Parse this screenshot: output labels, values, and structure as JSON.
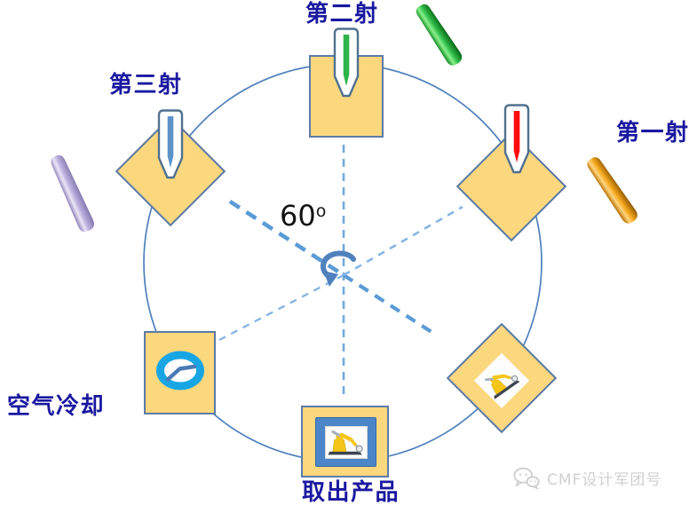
{
  "diagram": {
    "type": "rotary-table-multishot-molding",
    "rotation_angle": {
      "value": "60",
      "superscript": "o"
    }
  },
  "stations": [
    {
      "id": "second-shot",
      "label": "第二射",
      "position": "top",
      "shape": "square",
      "icon": "injector-icon",
      "injector_color": "#2db34a"
    },
    {
      "id": "third-shot",
      "label": "第三射",
      "position": "upper-left",
      "shape": "diamond",
      "icon": "injector-icon",
      "injector_color": "#5b93c9"
    },
    {
      "id": "first-shot",
      "label": "第一射",
      "position": "upper-right",
      "shape": "diamond",
      "icon": "injector-icon",
      "injector_color": "#fb0b0b"
    },
    {
      "id": "air-cooling",
      "label": "空气冷却",
      "position": "lower-left",
      "shape": "square",
      "icon": "clock-icon"
    },
    {
      "id": "eject",
      "label": "取出产品",
      "position": "bottom",
      "shape": "square",
      "icon": "robot-arm-icon"
    },
    {
      "id": "robot",
      "label": "",
      "position": "lower-right",
      "shape": "diamond",
      "icon": "robot-arm-icon"
    }
  ],
  "parts": [
    {
      "id": "part-second-shot",
      "color_name": "green",
      "color": "#2fbe2f"
    },
    {
      "id": "part-first-shot",
      "color_name": "orange",
      "color": "#f5a515"
    },
    {
      "id": "part-third-shot",
      "color_name": "purple",
      "color": "#b7abd8"
    }
  ],
  "watermark": {
    "icon": "wechat-icon",
    "text": "CMF设计军团号"
  },
  "colors": {
    "station_fill": "#fbd77e",
    "station_border": "#5b7ba8",
    "circle_stroke": "#4f81bd",
    "dash_blue": "#5b9bd5",
    "dash_light_blue": "#7fb2e0",
    "label_blue": "#1a18a0",
    "angle_text": "#141414",
    "clock_ring_blue": "#17a6e3",
    "eject_frame_blue": "#4a86c8",
    "rotate_arrow_blue": "#4f81bd"
  }
}
